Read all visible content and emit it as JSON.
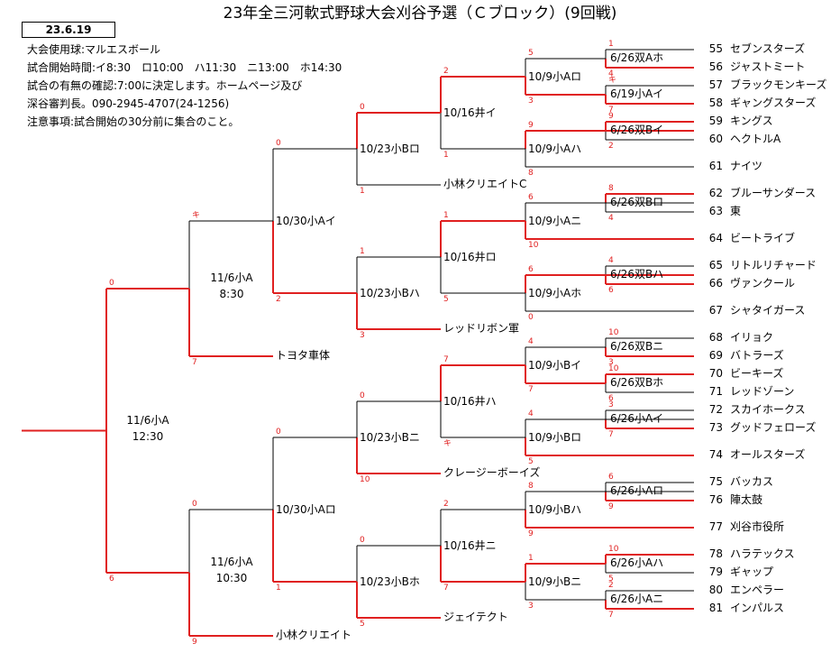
{
  "header": {
    "title": "23年全三河軟式野球大会刈谷予選（Ｃブロック）(9回戦)",
    "date": "23.6.19",
    "notes": [
      "大会使用球:マルエスボール",
      "試合開始時間:イ8:30　ロ10:00　ハ11:30　ニ13:00　ホ14:30",
      "試合の有無の確認:7:00に決定します。ホームページ及び",
      "深谷審判長。090-2945-4707(24-1256)",
      "注意事項:試合開始の30分前に集合のこと。"
    ]
  },
  "colors": {
    "win_line": "#e02020",
    "line": "#000000",
    "score": "#e02020"
  },
  "teams": [
    {
      "num": "55",
      "name": "セブンスターズ"
    },
    {
      "num": "56",
      "name": "ジャストミート"
    },
    {
      "num": "57",
      "name": "ブラックモンキーズ"
    },
    {
      "num": "58",
      "name": "ギャングスターズ"
    },
    {
      "num": "59",
      "name": "キングス"
    },
    {
      "num": "60",
      "name": "ヘクトルA"
    },
    {
      "num": "61",
      "name": "ナイツ"
    },
    {
      "num": "62",
      "name": "ブルーサンダース"
    },
    {
      "num": "63",
      "name": "東"
    },
    {
      "num": "64",
      "name": "ビートライブ"
    },
    {
      "num": "65",
      "name": "リトルリチャード"
    },
    {
      "num": "66",
      "name": "ヴァンクール"
    },
    {
      "num": "67",
      "name": "シャタイガース"
    },
    {
      "num": "68",
      "name": "イリョク"
    },
    {
      "num": "69",
      "name": "バトラーズ"
    },
    {
      "num": "70",
      "name": "ビーキーズ"
    },
    {
      "num": "71",
      "name": "レッドゾーン"
    },
    {
      "num": "72",
      "name": "スカイホークス"
    },
    {
      "num": "73",
      "name": "グッドフェローズ"
    },
    {
      "num": "74",
      "name": "オールスターズ"
    },
    {
      "num": "75",
      "name": "バッカス"
    },
    {
      "num": "76",
      "name": "陣太鼓"
    },
    {
      "num": "77",
      "name": "刈谷市役所"
    },
    {
      "num": "78",
      "name": "ハラテックス"
    },
    {
      "num": "79",
      "name": "ギャップ"
    },
    {
      "num": "80",
      "name": "エンペラー"
    },
    {
      "num": "81",
      "name": "インパルス"
    }
  ],
  "seeds": [
    {
      "name": "小林クリエイトC"
    },
    {
      "name": "レッドリボン軍"
    },
    {
      "name": "トヨタ車体"
    },
    {
      "name": "クレージーボーイズ"
    },
    {
      "name": "ジェイテクト"
    },
    {
      "name": "小林クリエイト"
    }
  ],
  "matches": {
    "r1": [
      "6/26双Aホ",
      "6/19小Aイ",
      "6/26双Bイ",
      "6/26双Bロ",
      "6/26双Bハ",
      "6/26双Bニ",
      "6/26双Bホ",
      "6/26小Aイ",
      "6/26小Aロ",
      "6/26小Aハ",
      "6/26小Aニ"
    ],
    "r2": [
      "10/9小Aロ",
      "10/9小Aハ",
      "10/9小Aニ",
      "10/9小Aホ",
      "10/9小Bイ",
      "10/9小Bロ",
      "10/9小Bハ",
      "10/9小Bニ"
    ],
    "r3": [
      "10/16井イ",
      "10/16井ロ",
      "10/16井ハ",
      "10/16井ニ"
    ],
    "r4": [
      "10/23小Bロ",
      "10/23小Bハ",
      "10/23小Bニ",
      "10/23小Bホ"
    ],
    "r5": [
      "10/30小Aイ",
      "10/30小Aロ"
    ],
    "r6": [
      {
        "date": "11/6小A",
        "time": "8:30"
      },
      {
        "date": "11/6小A",
        "time": "10:30"
      }
    ],
    "final": {
      "date": "11/6小A",
      "time": "12:30"
    }
  },
  "scores": {
    "r1": [
      [
        "1",
        "4"
      ],
      [
        "キ",
        "7"
      ],
      [
        "9",
        "2"
      ],
      [
        "8",
        "4"
      ],
      [
        "4",
        "6"
      ],
      [
        "10",
        "3"
      ],
      [
        "10",
        "6"
      ],
      [
        "3",
        "7"
      ],
      [
        "6",
        "9"
      ],
      [
        "10",
        "5"
      ],
      [
        "2",
        "7"
      ]
    ],
    "r2": [
      [
        "5",
        "3"
      ],
      [
        "9",
        "8"
      ],
      [
        "6",
        "10"
      ],
      [
        "6",
        "0"
      ],
      [
        "4",
        "7"
      ],
      [
        "4",
        "5"
      ],
      [
        "8",
        "9"
      ],
      [
        "1",
        "3"
      ]
    ],
    "r3": [
      [
        "2",
        "1"
      ],
      [
        "1",
        "5"
      ],
      [
        "7",
        "キ"
      ],
      [
        "2",
        "7"
      ]
    ],
    "r4": [
      [
        "0",
        "1"
      ],
      [
        "1",
        "3"
      ],
      [
        "0",
        "10"
      ],
      [
        "0",
        "5"
      ]
    ],
    "r5": [
      [
        "0",
        "2"
      ],
      [
        "0",
        "1"
      ]
    ],
    "r6": [
      [
        "キ",
        "7"
      ],
      [
        "0",
        "9"
      ]
    ],
    "final": [
      "0",
      "6"
    ]
  }
}
